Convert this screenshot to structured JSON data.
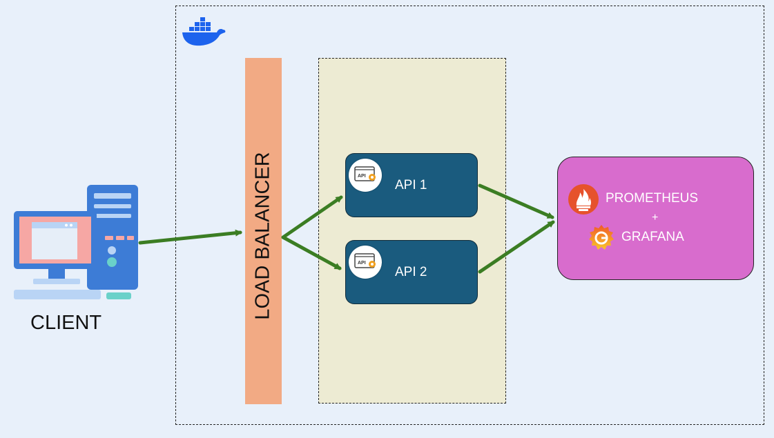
{
  "client": {
    "label": "CLIENT"
  },
  "load_balancer": {
    "label": "LOAD BALANCER"
  },
  "apis": [
    {
      "label": "API 1",
      "icon_text": "API"
    },
    {
      "label": "API 2",
      "icon_text": "API"
    }
  ],
  "monitoring": {
    "prometheus_label": "PROMETHEUS",
    "plus_label": "+",
    "grafana_label": "GRAFANA"
  },
  "colors": {
    "arrow": "#3b7d23",
    "load_balancer": "#f2aa84",
    "api_box": "#1a5b7e",
    "monitoring_box": "#d86ccd",
    "api_group": "#edebd3",
    "docker": "#1d63ed"
  },
  "icons": [
    "docker-icon",
    "desktop-computer-icon",
    "api-gear-icon",
    "prometheus-icon",
    "grafana-icon"
  ]
}
